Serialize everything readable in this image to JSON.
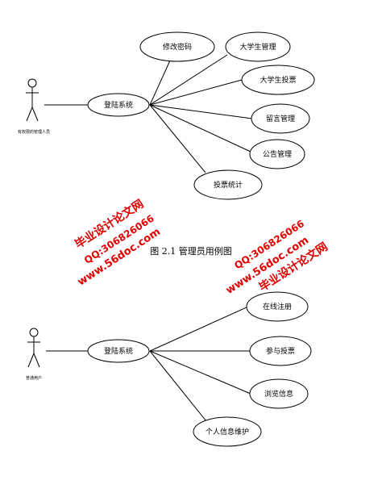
{
  "diagram1": {
    "actor_label": "有权限的管理人员",
    "center": "登陆系统",
    "use_cases": [
      "修改密码",
      "大学生管理",
      "大学生投票",
      "留言管理",
      "公告管理",
      "投票统计"
    ]
  },
  "caption": "图 2.1 管理员用例图",
  "diagram2": {
    "actor_label": "普通用户",
    "center": "登陆系统",
    "use_cases": [
      "在线注册",
      "参与投票",
      "浏览信息",
      "个人信息维护"
    ]
  },
  "watermark": {
    "line1": "毕业设计论文网",
    "line2": "www.56doc.com",
    "line3": "QQ:306826066",
    "color": "#e00000"
  }
}
